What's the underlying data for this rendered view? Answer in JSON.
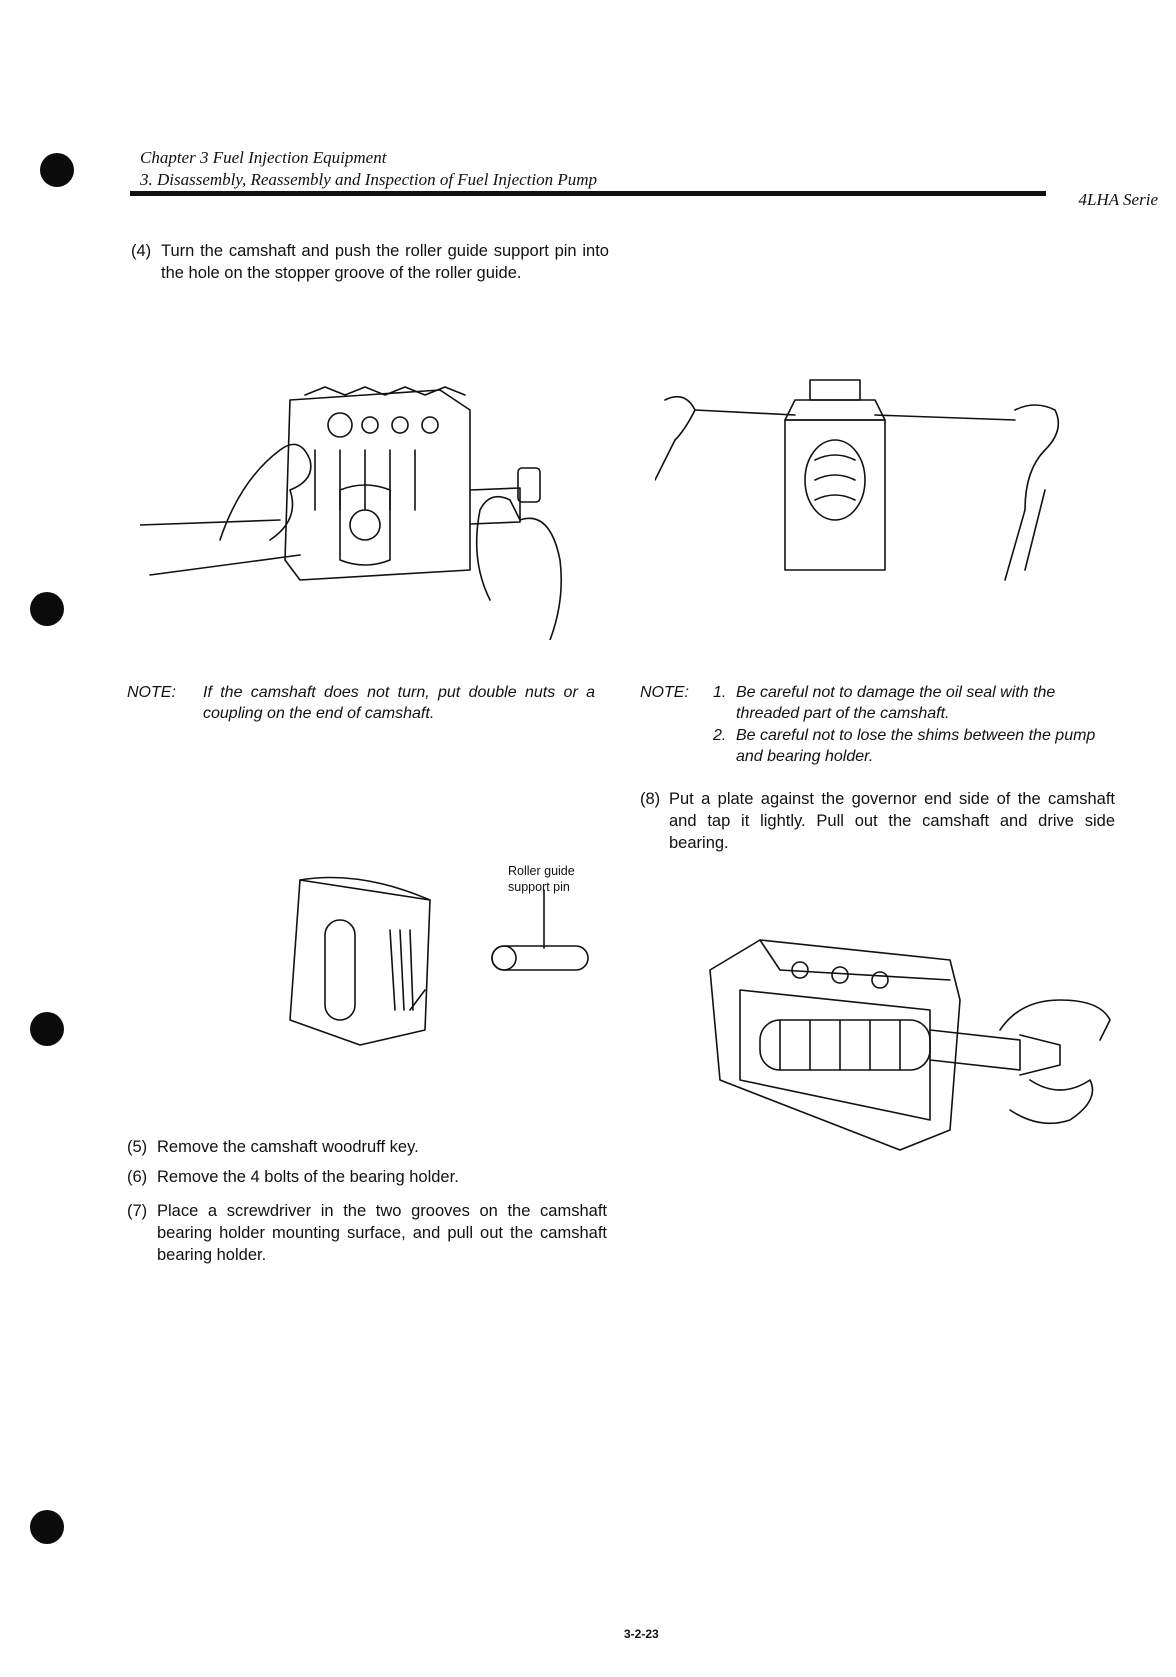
{
  "header": {
    "chapter": "Chapter 3 Fuel Injection Equipment",
    "section": "3. Disassembly, Reassembly and Inspection of Fuel Injection Pump",
    "series": "4LHA Serie"
  },
  "steps": {
    "s4": {
      "num": "(4)",
      "text": "Turn the camshaft and push the roller guide support pin into the hole on the stopper groove of the roller guide."
    },
    "s5": {
      "num": "(5)",
      "text": "Remove the camshaft woodruff key."
    },
    "s6": {
      "num": "(6)",
      "text": "Remove the 4 bolts of the bearing holder."
    },
    "s7": {
      "num": "(7)",
      "text": "Place a screwdriver in the two grooves on the camshaft bearing holder mounting surface, and pull out the camshaft bearing holder."
    },
    "s8": {
      "num": "(8)",
      "text": "Put a plate against the governor end side of the camshaft and tap it lightly. Pull out the camshaft and drive side bearing."
    }
  },
  "notes": {
    "left": {
      "label": "NOTE:",
      "text": "If the camshaft does not turn, put double nuts or a coupling on the end of camshaft."
    },
    "right": {
      "label": "NOTE:",
      "items": [
        {
          "n": "1.",
          "text": "Be careful not to damage the oil seal with the threaded part of the camshaft."
        },
        {
          "n": "2.",
          "text": "Be careful not to lose the shims between the pump and bearing holder."
        }
      ]
    }
  },
  "figures": {
    "roller_guide_label_line1": "Roller guide",
    "roller_guide_label_line2": "support pin"
  },
  "page_number": "3-2-23"
}
